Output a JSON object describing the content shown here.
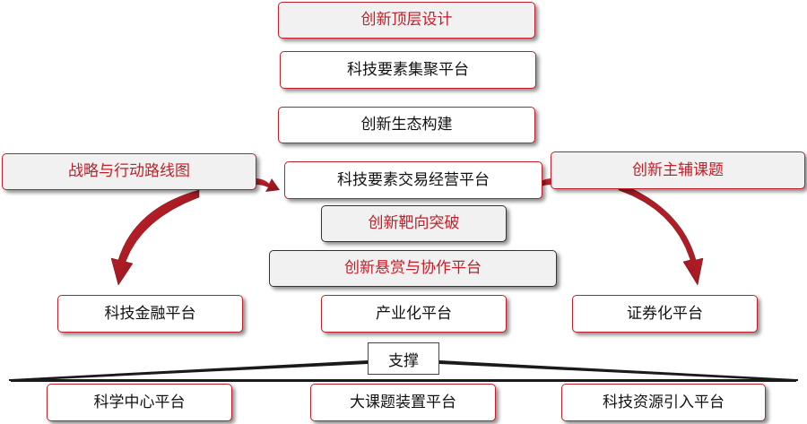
{
  "top": {
    "design": "创新顶层设计",
    "gather": "科技要素集聚平台",
    "ecology": "创新生态构建",
    "trade": "科技要素交易经营平台",
    "target": "创新靶向突破",
    "reward": "创新悬赏与协作平台"
  },
  "side": {
    "left": "战略与行动路线图",
    "right": "创新主辅课题"
  },
  "middle_row": [
    "科技金融平台",
    "产业化平台",
    "证券化平台"
  ],
  "support": {
    "label": "支撑"
  },
  "bottom_row": [
    "科学中心平台",
    "大课题装置平台",
    "科技资源引入平台"
  ],
  "colors": {
    "accent_red": "#c0202a",
    "arrow_dark": "#5a1015",
    "box_fill": "#f1f1f1"
  }
}
